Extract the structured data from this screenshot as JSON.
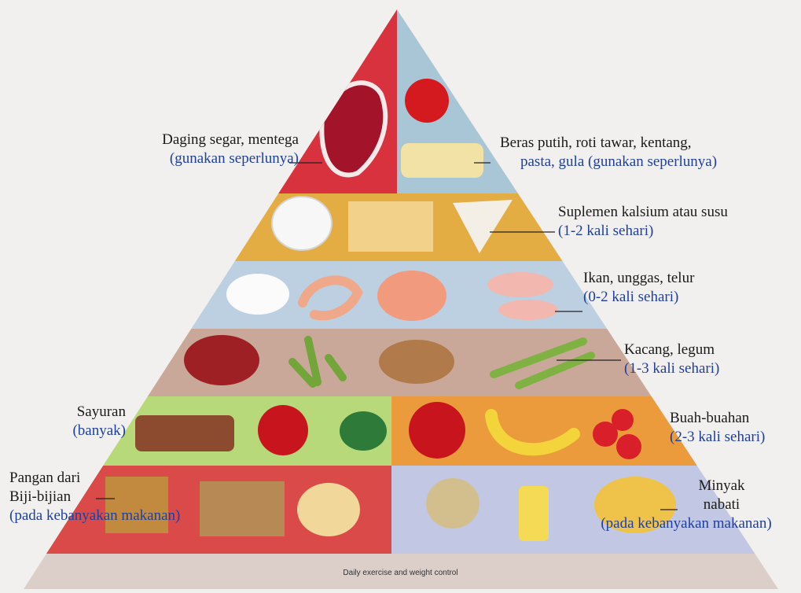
{
  "pyramid": {
    "levels": [
      {
        "id": "meat-butter",
        "side": "left",
        "title": "Daging segar, mentega",
        "note": "(gunakan seperlunya)",
        "color": "#d9323f"
      },
      {
        "id": "refined-carbs",
        "side": "right",
        "title": "Beras putih, roti tawar, kentang,",
        "note": "pasta, gula (gunakan seperlunya)",
        "color": "#a9c6d6"
      },
      {
        "id": "calcium-dairy",
        "side": "right",
        "title": "Suplemen kalsium atau susu",
        "note": "(1-2 kali sehari)",
        "color": "#e4ad43"
      },
      {
        "id": "fish-poultry-eggs",
        "side": "right",
        "title": "Ikan, unggas, telur",
        "note": "(0-2 kali sehari)",
        "color": "#bcd0e2"
      },
      {
        "id": "nuts-legumes",
        "side": "right",
        "title": "Kacang, legum",
        "note": "(1-3 kali sehari)",
        "color": "#c9a89a"
      },
      {
        "id": "vegetables",
        "side": "left",
        "title": "Sayuran",
        "note": "(banyak)",
        "color": "#b7d97a"
      },
      {
        "id": "fruits",
        "side": "right",
        "title": "Buah-buahan",
        "note": "(2-3 kali sehari)",
        "color": "#eb9b3b"
      },
      {
        "id": "whole-grains",
        "side": "left",
        "title": "Pangan dari Biji-bijian",
        "note": "(pada kebanyakan makanan)",
        "color": "#d94a48"
      },
      {
        "id": "plant-oils",
        "side": "right",
        "title": "Minyak nabati",
        "note": "(pada kebanyakan makanan)",
        "color": "#c2c8e4"
      }
    ],
    "labels": {
      "meat": {
        "line1": "Daging segar, mentega",
        "line2": "(gunakan seperlunya)"
      },
      "carbs": {
        "line1": "Beras putih, roti tawar, kentang,",
        "line2": "pasta, gula (gunakan seperlunya)"
      },
      "dairy": {
        "line1": "Suplemen kalsium atau susu",
        "line2": "(1-2 kali sehari)"
      },
      "fish": {
        "line1": "Ikan, unggas, telur",
        "line2": "(0-2 kali sehari)"
      },
      "nuts": {
        "line1": "Kacang, legum",
        "line2": "(1-3 kali sehari)"
      },
      "veg": {
        "line1": "Sayuran",
        "line2": "(banyak)"
      },
      "fruit": {
        "line1": "Buah-buahan",
        "line2": "(2-3 kali sehari)"
      },
      "grain": {
        "line1": "Pangan dari",
        "line1b": "Biji-bijian",
        "line2": "(pada kebanyakan makanan)"
      },
      "oil": {
        "line1": "Minyak",
        "line1b": "nabati",
        "line2": "(pada kebanyakan makanan)"
      }
    },
    "footer": "Daily exercise and weight control"
  }
}
